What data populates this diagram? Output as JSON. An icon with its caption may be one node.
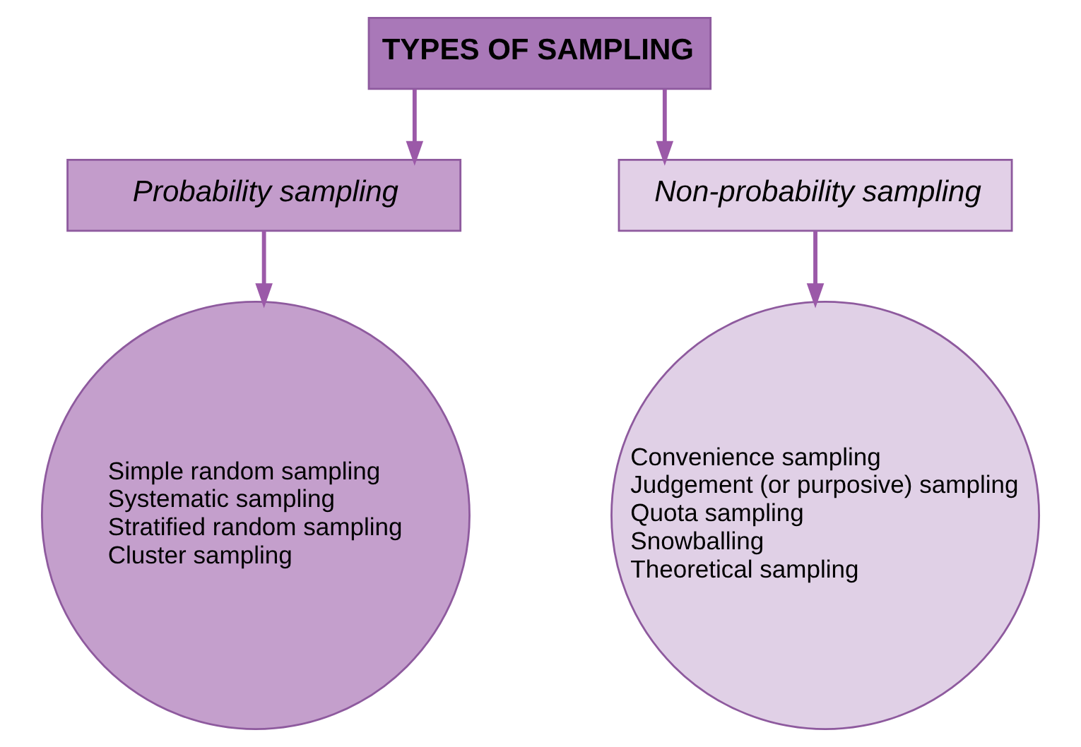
{
  "diagram": {
    "nodes": [
      {
        "text": [
          "TYPES OF SAMPLING"
        ]
      },
      {
        "text": [
          "Probability sampling"
        ]
      },
      {
        "text": [
          "Non-probability sampling"
        ]
      },
      {
        "text": [
          "Simple random sampling",
          "Systematic sampling",
          "Stratified random sampling",
          "Cluster sampling"
        ]
      },
      {
        "text": [
          "Convenience sampling",
          "Judgement (or purposive) sampling",
          "Quota sampling",
          "Snowballing",
          "Theoretical sampling"
        ]
      }
    ],
    "edges": [
      {
        "from": 0,
        "to": 1,
        "arrow": "to"
      },
      {
        "from": 0,
        "to": 2,
        "arrow": "to"
      },
      {
        "from": 1,
        "to": 3,
        "arrow": "to"
      },
      {
        "from": 2,
        "to": 4,
        "arrow": "to"
      }
    ]
  }
}
